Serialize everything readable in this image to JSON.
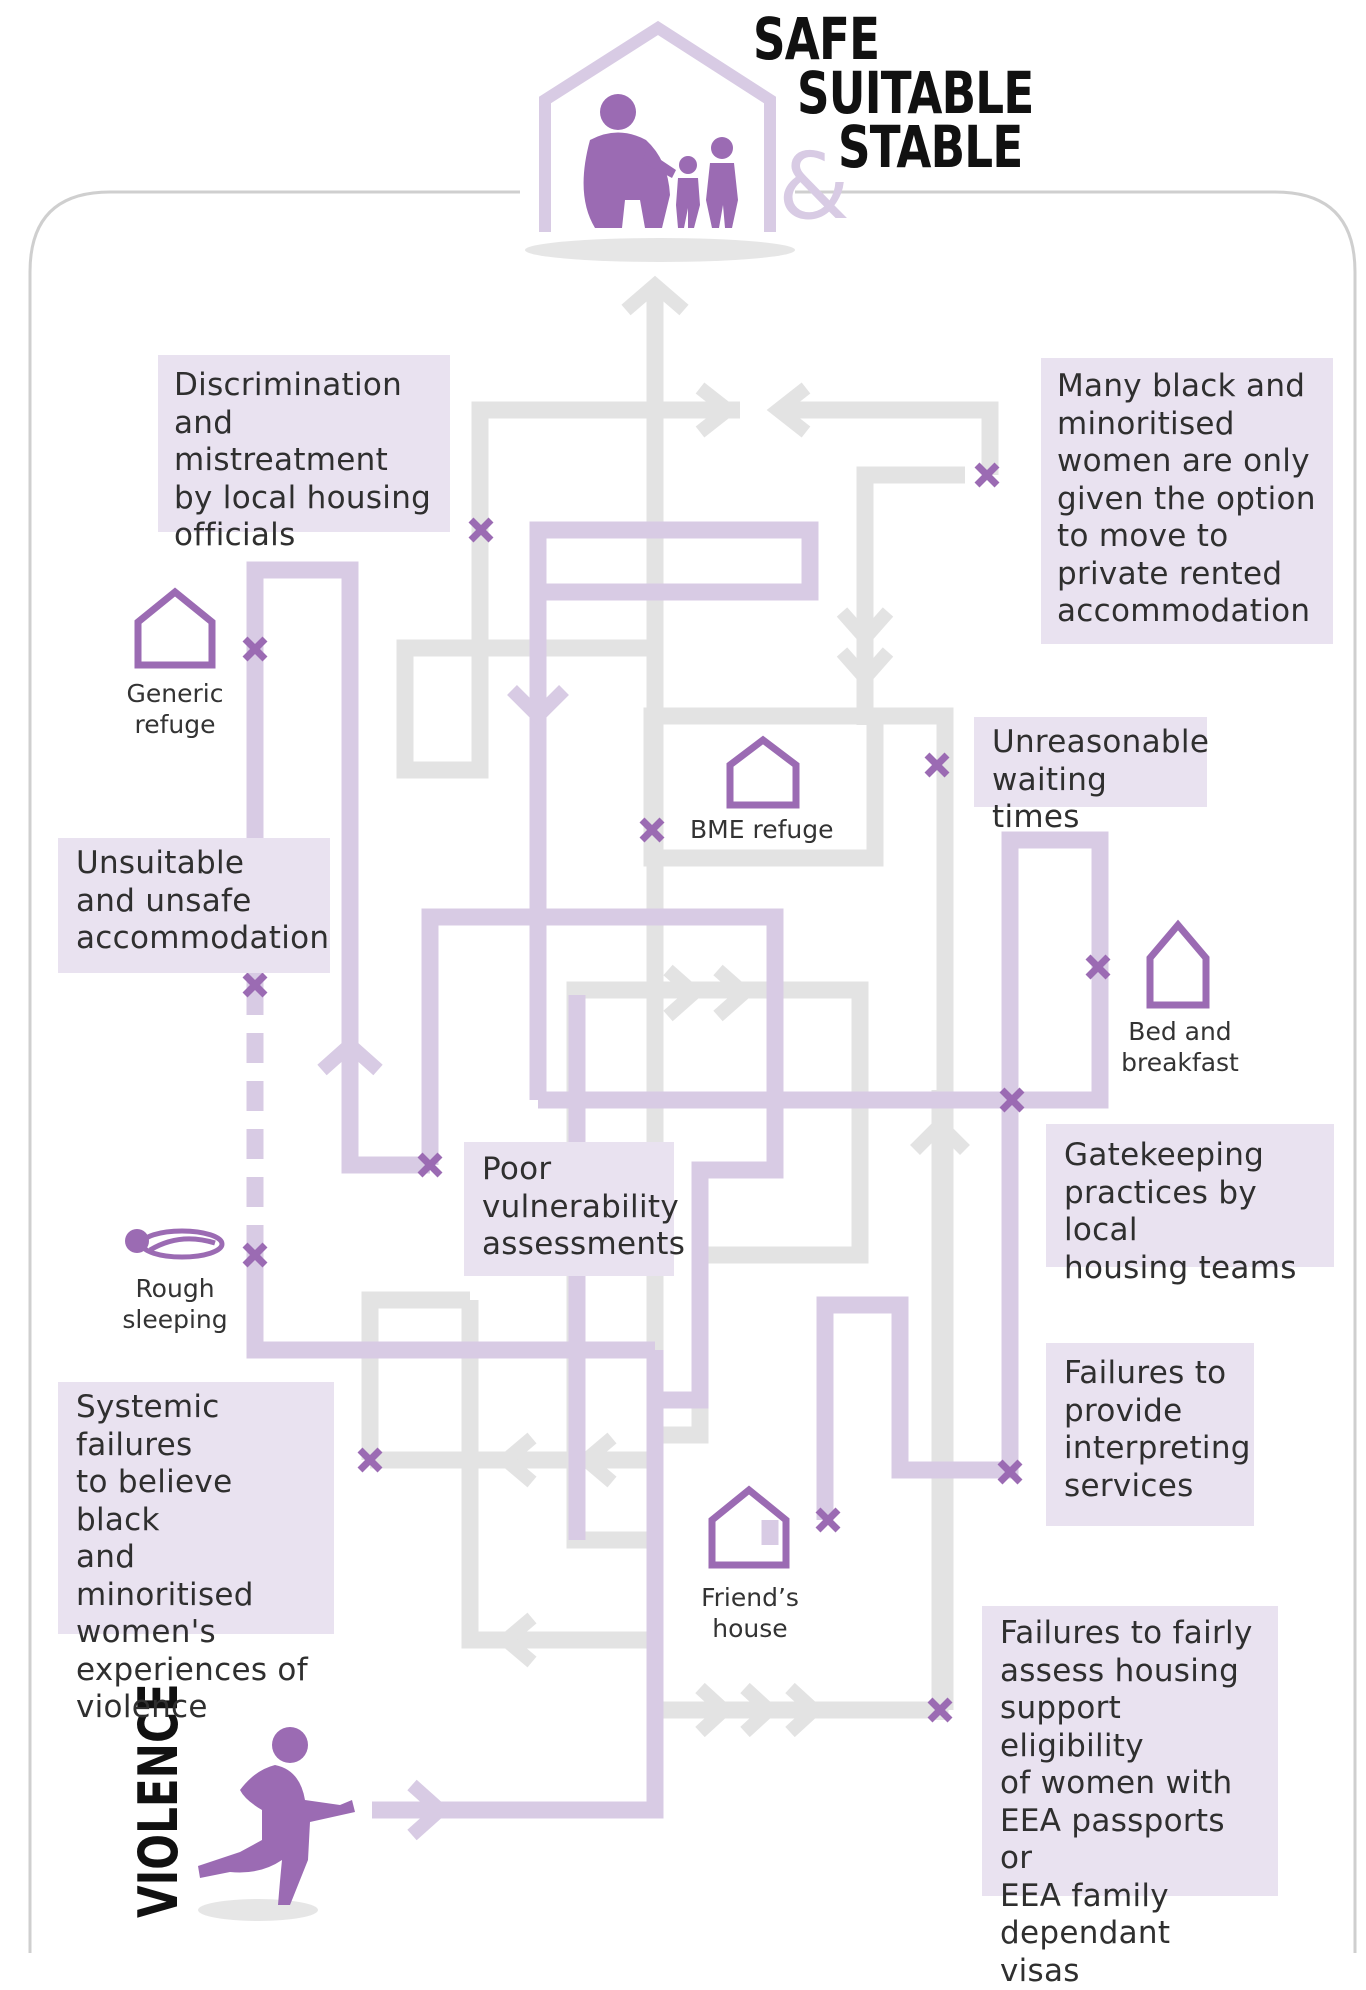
{
  "title": {
    "line1": "SAFE",
    "line2": "SUITABLE",
    "ampersand": "&",
    "line3": "STABLE"
  },
  "origin": "VIOLENCE",
  "places": {
    "generic_refuge": "Generic\nrefuge",
    "rough_sleeping": "Rough\nsleeping",
    "bme_refuge": "BME refuge",
    "bed_and_breakfast": "Bed and\nbreakfast",
    "friends_house": "Friend’s\nhouse"
  },
  "barriers": {
    "discrimination": "Discrimination\nand mistreatment\nby local housing\nofficials",
    "private_rented": "Many black and\nminoritised\nwomen are only\ngiven the option\nto move to\nprivate rented\naccommodation",
    "waiting_times": "Unreasonable\nwaiting times",
    "unsuitable": "Unsuitable\nand unsafe\naccommodation",
    "vulnerability": "Poor\nvulnerability\nassessments",
    "gatekeeping": "Gatekeeping\npractices by local\nhousing teams",
    "systemic": "Systemic failures\nto believe black\nand minoritised\nwomen's\nexperiences of\nviolence",
    "interpreting": "Failures to\nprovide\ninterpreting\nservices",
    "eea": "Failures to fairly\nassess housing\nsupport eligibility\nof women with\nEEA passports or\nEEA family\ndependant visas"
  },
  "colors": {
    "purple_dark": "#9b6bb3",
    "purple_light": "#d8cbe4",
    "grey_path": "#e3e3e3",
    "box_fill": "#e9e2f0",
    "border": "#cfcfcf"
  }
}
